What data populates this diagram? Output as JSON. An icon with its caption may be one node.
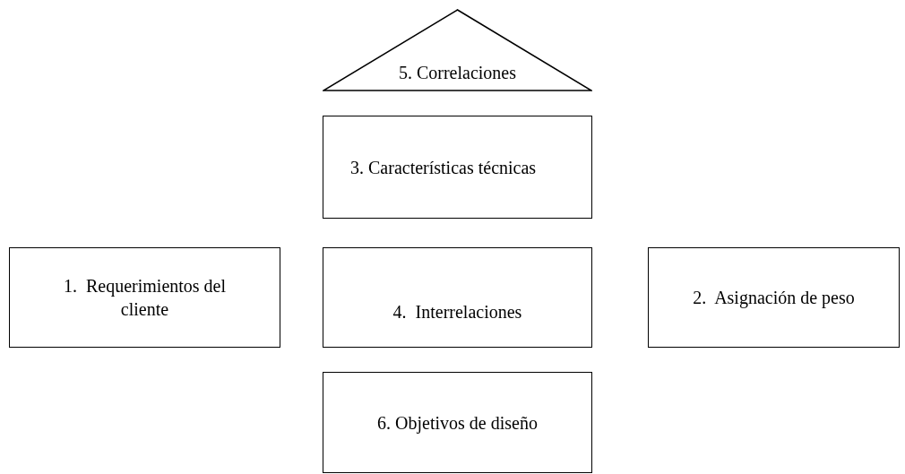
{
  "diagram": {
    "nodes": [
      {
        "text": [
          "5. Correlaciones"
        ]
      },
      {
        "text": [
          "3. Características técnicas"
        ]
      },
      {
        "text": [
          "1.  Requerimientos del cliente"
        ]
      },
      {
        "text": [
          "4.  Interrelaciones"
        ]
      },
      {
        "text": [
          "2.  Asignación de peso"
        ]
      },
      {
        "text": [
          "6. Objetivos de diseño"
        ]
      }
    ]
  }
}
